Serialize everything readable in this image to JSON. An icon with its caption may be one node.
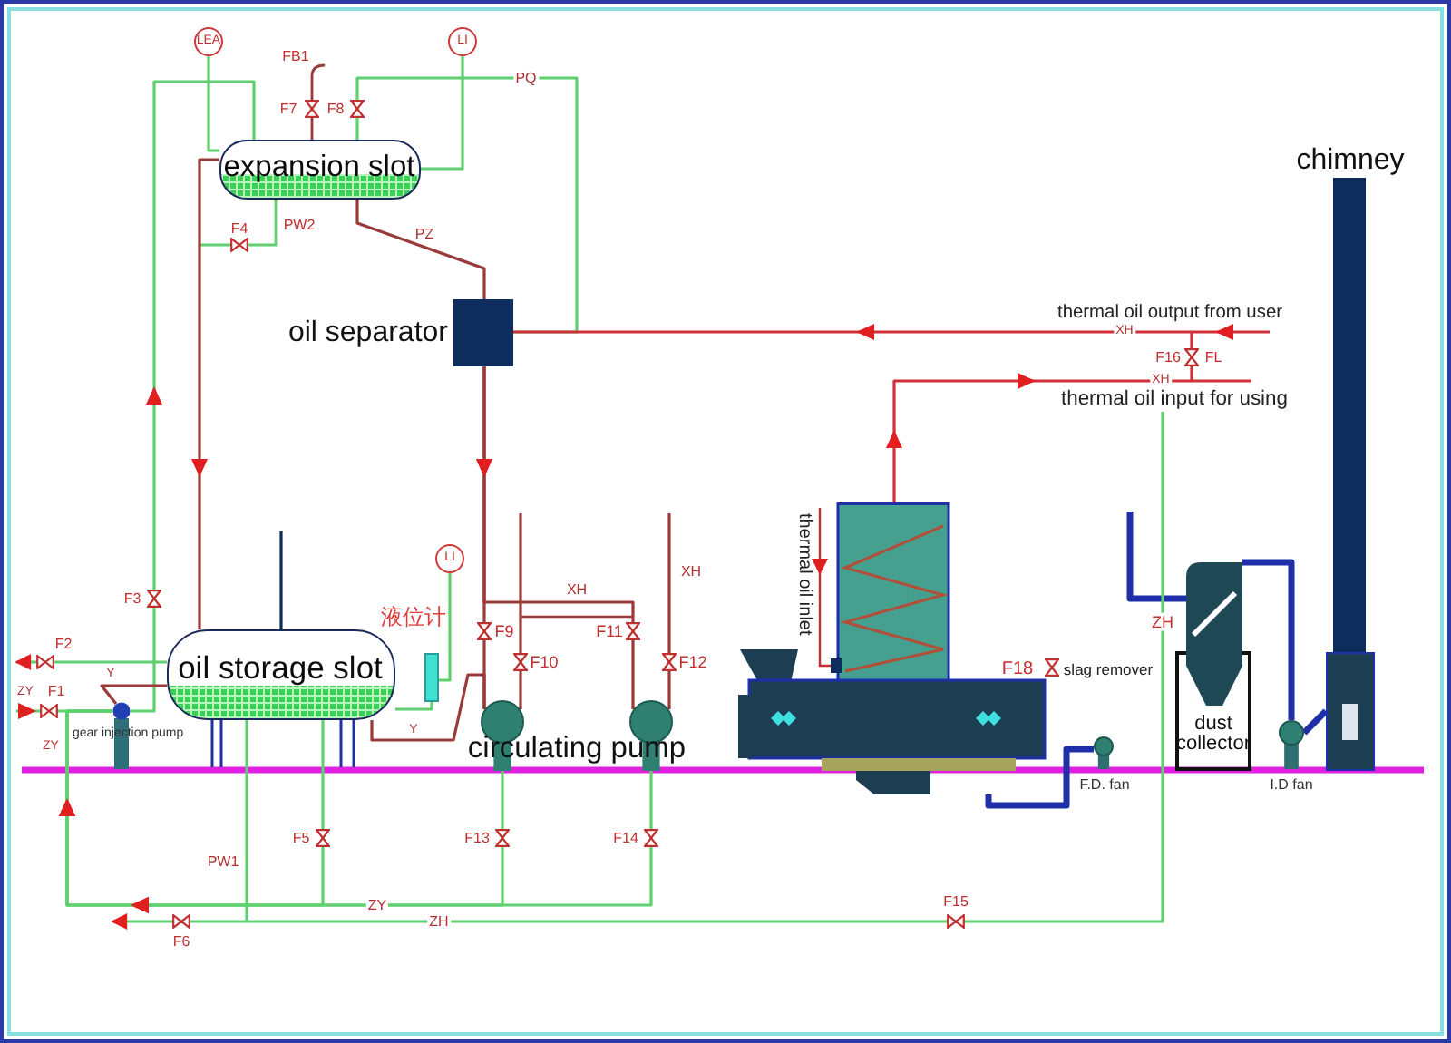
{
  "diagram": {
    "nodes": [
      {
        "text": [
          "LEA"
        ]
      },
      {
        "text": [
          "LI"
        ]
      },
      {
        "text": [
          "expansion slot"
        ]
      },
      {
        "text": [
          "chimney"
        ]
      },
      {
        "text": [
          "thermal oil output from user"
        ]
      },
      {
        "text": [
          "oil separator"
        ]
      },
      {
        "text": [
          "thermal oil input for using"
        ]
      },
      {
        "text": [
          "thermal oil inlet"
        ]
      },
      {
        "text": [
          "dust collector"
        ]
      },
      {
        "text": [
          "LI"
        ]
      },
      {
        "text": [
          "液位计"
        ]
      },
      {
        "text": [
          "oil storage slot"
        ]
      },
      {
        "text": [],
        "shape": "circle"
      },
      {
        "text": [],
        "shape": "circle"
      },
      {
        "text": [
          "gear injection pump"
        ]
      },
      {
        "text": [
          "F.D. fan"
        ]
      },
      {
        "text": [
          "I.D fan"
        ]
      }
    ],
    "edges": [
      {
        "from": 0,
        "to": 2,
        "arrow": "none"
      },
      {
        "from": 1,
        "to": 2,
        "arrow": "none"
      },
      {
        "from": 2,
        "to": 5,
        "arrow": "none",
        "label": "PZ",
        "color": "#9a3b3b"
      },
      {
        "from": 2,
        "to": 5,
        "arrow": "none",
        "label": "PQ"
      },
      {
        "from": 4,
        "to": 5,
        "arrow": "to",
        "label": "XH",
        "color": "#d0303a"
      },
      {
        "from": 2,
        "to": 11,
        "arrow": "to",
        "color": "#9a3b3b"
      },
      {
        "from": 5,
        "to": 12,
        "arrow": "to",
        "color": "#9a3b3b"
      },
      {
        "from": 5,
        "to": 13,
        "arrow": "to",
        "label": "XH",
        "color": "#9a3b3b"
      },
      {
        "from": 12,
        "to": null,
        "arrow": "none",
        "color": "#9a3b3b"
      },
      {
        "from": 13,
        "to": null,
        "arrow": "none",
        "label": "XH",
        "color": "#9a3b3b"
      },
      {
        "from": 7,
        "to": 6,
        "arrow": "to",
        "label": "XH",
        "color": "#d0303a"
      },
      {
        "from": 14,
        "to": 2,
        "arrow": "to"
      },
      {
        "from": 11,
        "to": null,
        "arrow": "to"
      },
      {
        "from": null,
        "to": 14,
        "arrow": "to",
        "label": "ZY"
      },
      {
        "from": 11,
        "to": 12,
        "arrow": "none",
        "label": "Y",
        "color": "#9a3b3b"
      },
      {
        "from": 9,
        "to": 10,
        "arrow": "none"
      },
      {
        "from": 10,
        "to": 11,
        "arrow": "none"
      },
      {
        "from": 15,
        "to": 7,
        "arrow": "none",
        "style": "thick",
        "color": "#1f2fa8"
      },
      {
        "from": null,
        "to": 8,
        "arrow": "none",
        "style": "thick",
        "color": "#1f2fa8"
      },
      {
        "from": 8,
        "to": 16,
        "arrow": "none",
        "style": "thick",
        "color": "#1f2fa8"
      },
      {
        "from": 16,
        "to": 3,
        "arrow": "none",
        "style": "thick",
        "color": "#1f2fa8"
      },
      {
        "from": 6,
        "to": null,
        "arrow": "to",
        "label": "ZH"
      },
      {
        "from": 11,
        "to": null,
        "arrow": "none",
        "label": "PW1"
      },
      {
        "from": 11,
        "to": 14,
        "arrow": "to"
      },
      {
        "from": 12,
        "to": 14,
        "arrow": "to",
        "label": "ZY"
      },
      {
        "from": 13,
        "to": 14,
        "arrow": "to"
      },
      {
        "from": 4,
        "to": 6,
        "arrow": "none",
        "color": "#d0303a"
      },
      {
        "from": 11,
        "to": 14,
        "arrow": "none",
        "label": "Y",
        "color": "#9a3b3b"
      }
    ],
    "labels": [
      "FB1",
      "F7",
      "F8",
      "F4",
      "PW2",
      "F16",
      "FL",
      "F3",
      "ZH",
      "F9",
      "F11",
      "F2",
      "F10",
      "F12",
      "F18",
      "slag remover",
      "F1",
      "ZY",
      "circulating pump",
      "F5",
      "F13",
      "F14",
      "F15",
      "F6"
    ]
  }
}
